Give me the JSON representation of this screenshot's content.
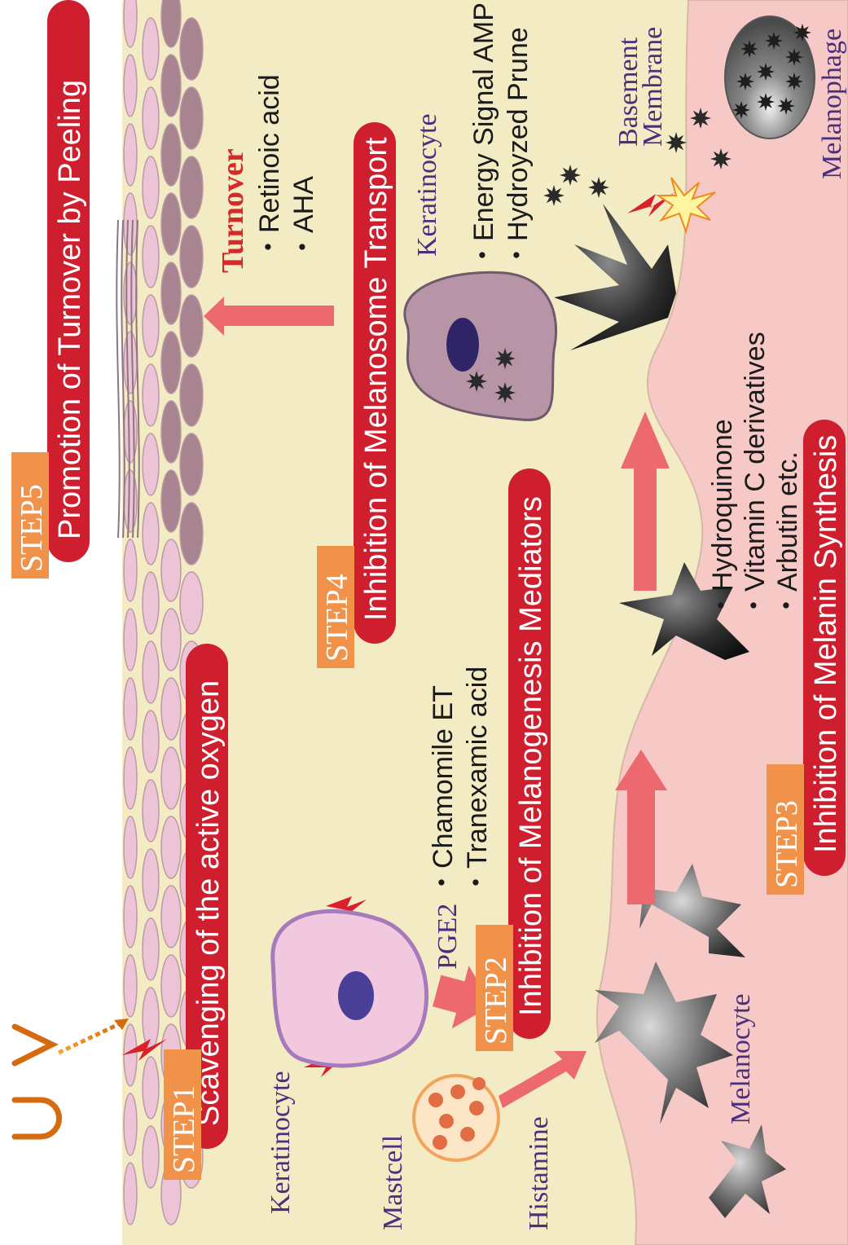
{
  "uv_label": "UV",
  "steps": {
    "step1": {
      "badge": "STEP1",
      "title": "Scavenging of the active oxygen"
    },
    "step2": {
      "badge": "STEP2",
      "title": "Inhibition of Melanogenesis Mediators",
      "items": [
        "・Chamomile ET",
        "・Tranexamic acid"
      ]
    },
    "step3": {
      "badge": "STEP3",
      "title": "Inhibition of Melanin Synthesis",
      "items": [
        "・Hydroquinone",
        "・Vitamin C derivatives",
        "・Arbutin etc."
      ]
    },
    "step4": {
      "badge": "STEP4",
      "title": "Inhibition of Melanosome Transport",
      "items": [
        "・Energy Signal AMP",
        "・Hydroyzed Prune"
      ]
    },
    "step5": {
      "badge": "STEP5",
      "title": "Promotion of Turnover by Peeling",
      "items": [
        "・Retinoic acid",
        "・AHA"
      ]
    }
  },
  "labels": {
    "keratinocyte_left": "Keratinocyte",
    "keratinocyte_right": "Keratinocyte",
    "mastcell": "Mastcell",
    "histamine": "Histamine",
    "pge2": "PGE2",
    "melanocyte": "Melanocyte",
    "turnover": "Turnover",
    "basement_membrane_1": "Basement",
    "basement_membrane_2": "Membrane",
    "melanophage": "Melanophage"
  },
  "colors": {
    "epidermis": "#f3ebc4",
    "dermis": "#f7c9c6",
    "pill_red": "#cf1f2e",
    "step_orange": "#f0924a",
    "arrow_pink": "#ec6a6f"
  }
}
